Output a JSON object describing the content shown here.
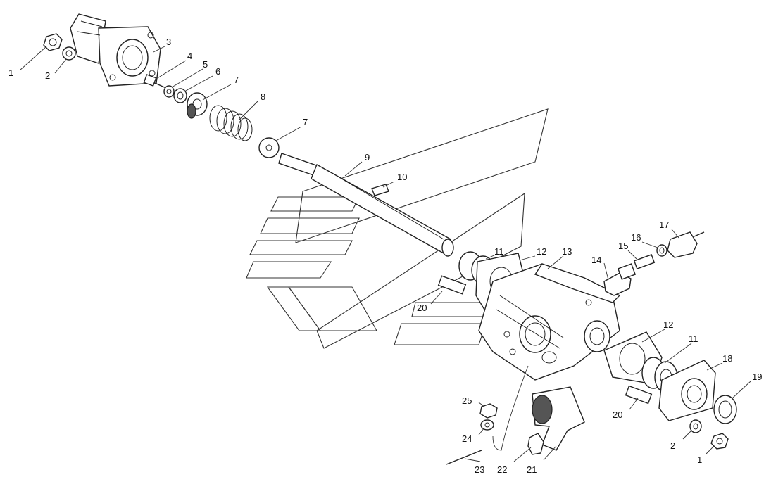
{
  "callouts": [
    {
      "id": "c1a",
      "text": "1"
    },
    {
      "id": "c2a",
      "text": "2"
    },
    {
      "id": "c3",
      "text": "3"
    },
    {
      "id": "c4",
      "text": "4"
    },
    {
      "id": "c5",
      "text": "5"
    },
    {
      "id": "c6",
      "text": "6"
    },
    {
      "id": "c7a",
      "text": "7"
    },
    {
      "id": "c8",
      "text": "8"
    },
    {
      "id": "c7b",
      "text": "7"
    },
    {
      "id": "c9",
      "text": "9"
    },
    {
      "id": "c10",
      "text": "10"
    },
    {
      "id": "c11a",
      "text": "11"
    },
    {
      "id": "c12a",
      "text": "12"
    },
    {
      "id": "c13",
      "text": "13"
    },
    {
      "id": "c14",
      "text": "14"
    },
    {
      "id": "c15",
      "text": "15"
    },
    {
      "id": "c16",
      "text": "16"
    },
    {
      "id": "c17",
      "text": "17"
    },
    {
      "id": "c20a",
      "text": "20"
    },
    {
      "id": "c12b",
      "text": "12"
    },
    {
      "id": "c11b",
      "text": "11"
    },
    {
      "id": "c18",
      "text": "18"
    },
    {
      "id": "c19",
      "text": "19"
    },
    {
      "id": "c25",
      "text": "25"
    },
    {
      "id": "c20b",
      "text": "20"
    },
    {
      "id": "c24",
      "text": "24"
    },
    {
      "id": "c2b",
      "text": "2"
    },
    {
      "id": "c1b",
      "text": "1"
    },
    {
      "id": "c23",
      "text": "23"
    },
    {
      "id": "c22",
      "text": "22"
    },
    {
      "id": "c21",
      "text": "21"
    }
  ]
}
